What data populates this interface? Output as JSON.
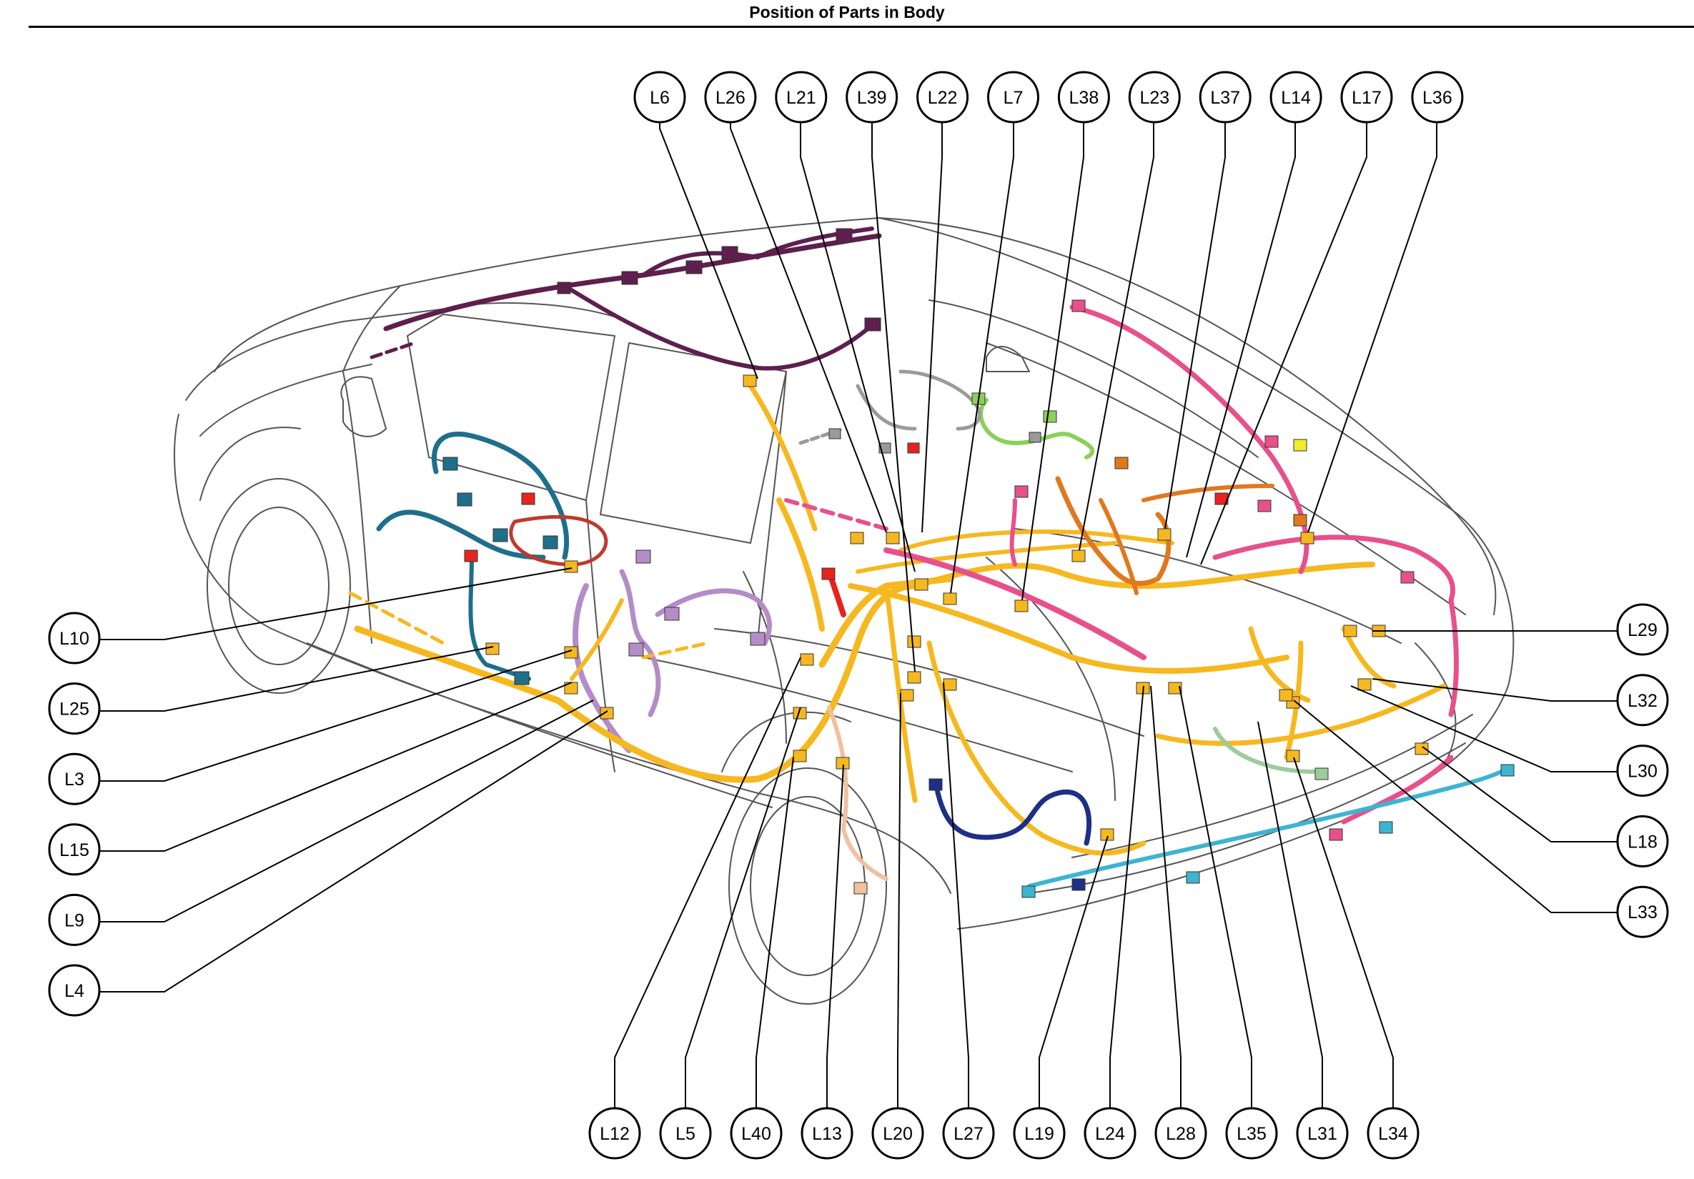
{
  "title": "Position of Parts in Body",
  "colors": {
    "harness_yellow": "#f6b81f",
    "harness_pink": "#e8508c",
    "harness_purple": "#5e1f4e",
    "harness_teal": "#1f6f8b",
    "harness_lilac": "#b48cc8",
    "harness_orange": "#e0781e",
    "harness_green": "#8ccf5a",
    "harness_gray": "#9a9a9a",
    "harness_navy": "#1e2f86",
    "harness_cyan": "#3cb4d2",
    "harness_peach": "#f0c0a0",
    "harness_red": "#e8231f",
    "harness_sage": "#9ccc9c",
    "outline": "#555555"
  },
  "callouts": {
    "top": [
      "L6",
      "L26",
      "L21",
      "L39",
      "L22",
      "L7",
      "L38",
      "L23",
      "L37",
      "L14",
      "L17",
      "L36"
    ],
    "left": [
      "L10",
      "L25",
      "L3",
      "L15",
      "L9",
      "L4"
    ],
    "right": [
      "L29",
      "L32",
      "L30",
      "L18",
      "L33"
    ],
    "bottom": [
      "L12",
      "L5",
      "L40",
      "L13",
      "L20",
      "L27",
      "L19",
      "L24",
      "L28",
      "L35",
      "L31",
      "L34"
    ]
  }
}
